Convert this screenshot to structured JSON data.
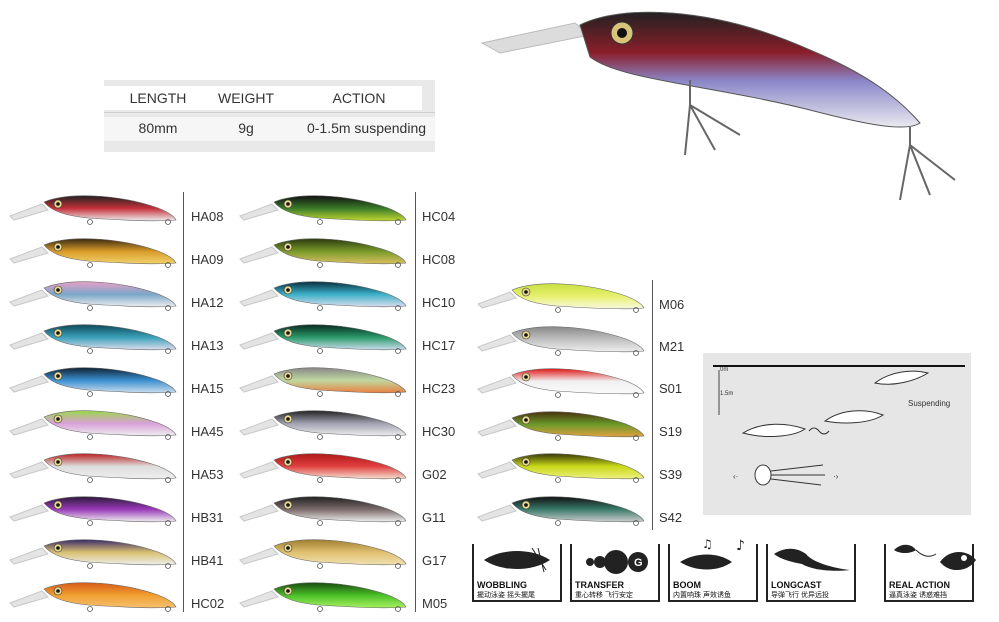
{
  "spec": {
    "headers": [
      "LENGTH",
      "WEIGHT",
      "ACTION"
    ],
    "values": [
      "80mm",
      "9g",
      "0-1.5m suspending"
    ]
  },
  "lures": {
    "col1": [
      "HA08",
      "HA09",
      "HA12",
      "HA13",
      "HA15",
      "HA45",
      "HA53",
      "HB31",
      "HB41",
      "HC02"
    ],
    "col2": [
      "HC04",
      "HC08",
      "HC10",
      "HC17",
      "HC23",
      "HC30",
      "G02",
      "G11",
      "G17",
      "M05"
    ],
    "col3": [
      "M06",
      "M21",
      "S01",
      "S19",
      "S39",
      "S42"
    ]
  },
  "diagram": {
    "depth_top": "0m",
    "depth_bottom": "1.5m",
    "label": "Suspending"
  },
  "features": [
    {
      "title": "WOBBLING",
      "subtitle": "擺动泳姿 摇头擺尾"
    },
    {
      "title": "TRANSFER",
      "subtitle": "重心转移 飞行安定"
    },
    {
      "title": "BOOM",
      "subtitle": "内置响珠 声效诱鱼"
    },
    {
      "title": "LONGCAST",
      "subtitle": "导弹飞行 优异远投"
    },
    {
      "title": "REAL ACTION",
      "subtitle": "逼真泳姿 诱惑难挡"
    }
  ]
}
